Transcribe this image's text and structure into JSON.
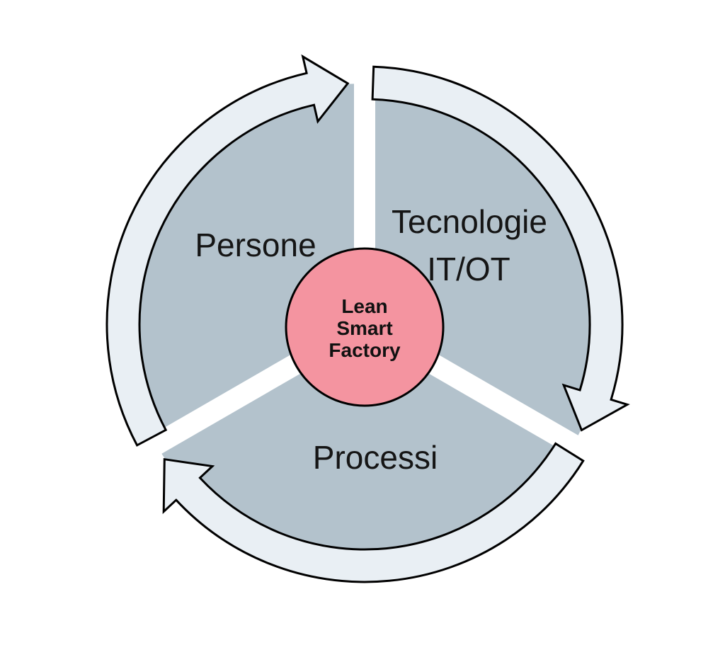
{
  "colors": {
    "background": "#ffffff",
    "sector_fill": "#b3c2cc",
    "arrow_fill": "#e9eff4",
    "outline": "#000000",
    "center_fill": "#f494a0",
    "label_text": "#151515",
    "center_text": "#111111",
    "divider": "#ffffff"
  },
  "cycle": {
    "direction": "clockwise",
    "center": {
      "line1": "Lean",
      "line2": "Smart",
      "line3": "Factory"
    },
    "sectors": [
      {
        "id": "persone",
        "label": "Persone"
      },
      {
        "id": "tecnologie-it-ot",
        "label_line1": "Tecnologie",
        "label_line2": "IT/OT"
      },
      {
        "id": "processi",
        "label": "Processi"
      }
    ],
    "arrows": [
      {
        "id": "persone-to-tecnologie",
        "meaning": "clockwise arc arrow, top"
      },
      {
        "id": "tecnologie-to-processi",
        "meaning": "clockwise arc arrow, right"
      },
      {
        "id": "processi-to-persone",
        "meaning": "clockwise arc arrow, bottom-left"
      }
    ]
  }
}
